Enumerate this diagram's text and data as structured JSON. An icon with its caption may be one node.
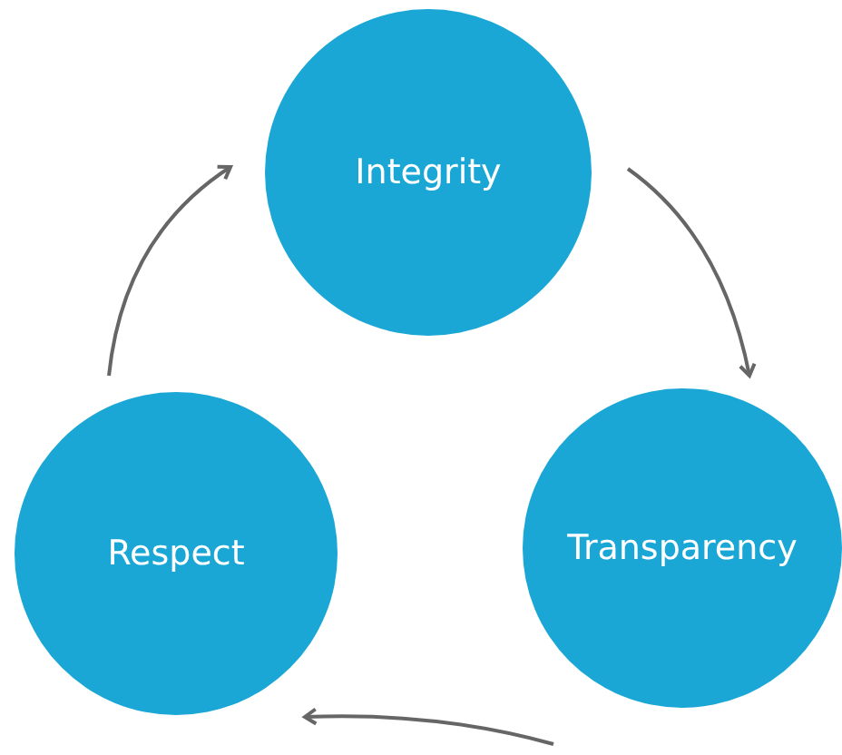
{
  "diagram": {
    "nodes": [
      {
        "text": [
          "Integrity"
        ]
      },
      {
        "text": [
          "Transparency"
        ]
      },
      {
        "text": [
          "Respect"
        ]
      }
    ],
    "edges": [
      {
        "from": 0,
        "to": 1,
        "arrow": "to"
      },
      {
        "from": 1,
        "to": 2,
        "arrow": "to"
      },
      {
        "from": 2,
        "to": 0,
        "arrow": "to"
      }
    ]
  }
}
